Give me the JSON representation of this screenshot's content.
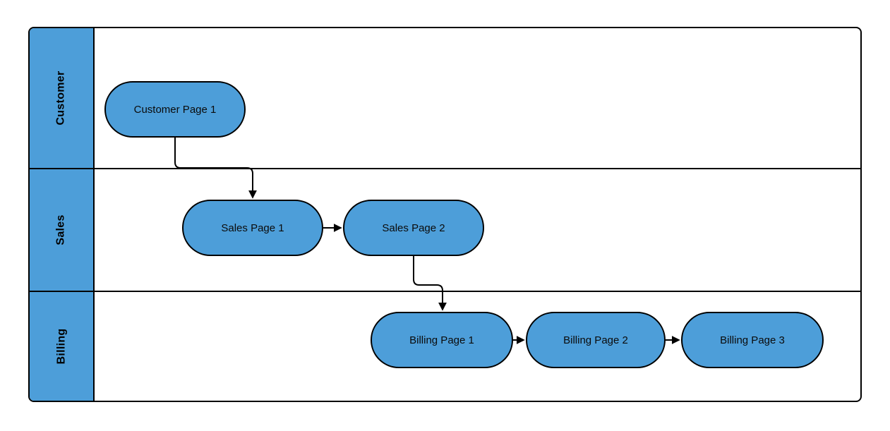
{
  "diagram": {
    "type": "swimlane-flowchart",
    "colors": {
      "shape_fill": "#4D9ED9",
      "shape_border": "#000000",
      "connector": "#000000",
      "background": "#FFFFFF",
      "text": "#000000"
    },
    "lanes": [
      {
        "label": "Customer"
      },
      {
        "label": "Sales"
      },
      {
        "label": "Billing"
      }
    ],
    "nodes": [
      {
        "id": "customer-page-1",
        "label": "Customer Page 1",
        "lane": "Customer"
      },
      {
        "id": "sales-page-1",
        "label": "Sales Page 1",
        "lane": "Sales"
      },
      {
        "id": "sales-page-2",
        "label": "Sales Page 2",
        "lane": "Sales"
      },
      {
        "id": "billing-page-1",
        "label": "Billing Page 1",
        "lane": "Billing"
      },
      {
        "id": "billing-page-2",
        "label": "Billing Page 2",
        "lane": "Billing"
      },
      {
        "id": "billing-page-3",
        "label": "Billing Page 3",
        "lane": "Billing"
      }
    ],
    "edges": [
      {
        "from": "customer-page-1",
        "to": "sales-page-1"
      },
      {
        "from": "sales-page-1",
        "to": "sales-page-2"
      },
      {
        "from": "sales-page-2",
        "to": "billing-page-1"
      },
      {
        "from": "billing-page-1",
        "to": "billing-page-2"
      },
      {
        "from": "billing-page-2",
        "to": "billing-page-3"
      }
    ]
  }
}
